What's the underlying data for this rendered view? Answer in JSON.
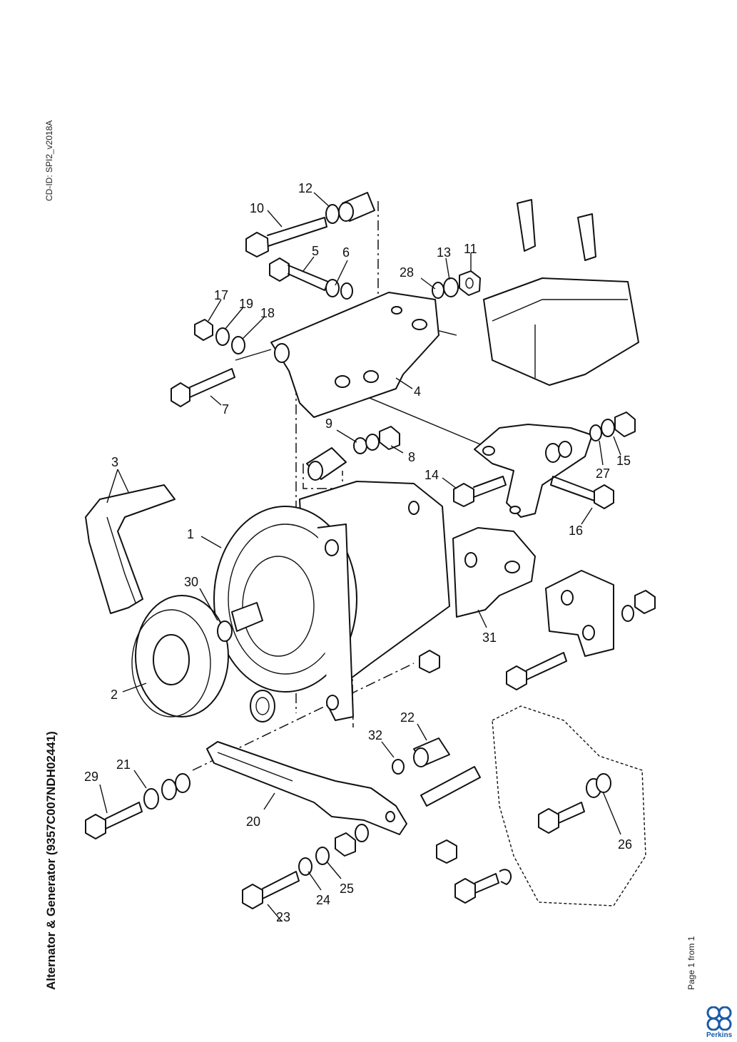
{
  "header": {
    "cd_id": "CD-ID: SPI2_v2018A"
  },
  "title": "Alternator & Generator (9357C007NDH02441)",
  "footer": {
    "page": "Page 1 from 1",
    "brand": "Perkins"
  },
  "callouts": [
    "1",
    "2",
    "3",
    "4",
    "5",
    "6",
    "7",
    "8",
    "9",
    "10",
    "11",
    "12",
    "13",
    "14",
    "15",
    "16",
    "17",
    "18",
    "19",
    "20",
    "21",
    "22",
    "23",
    "24",
    "25",
    "26",
    "27",
    "28",
    "29",
    "30",
    "31",
    "32"
  ],
  "colors": {
    "ink": "#111111",
    "brand": "#1a5aa8"
  }
}
